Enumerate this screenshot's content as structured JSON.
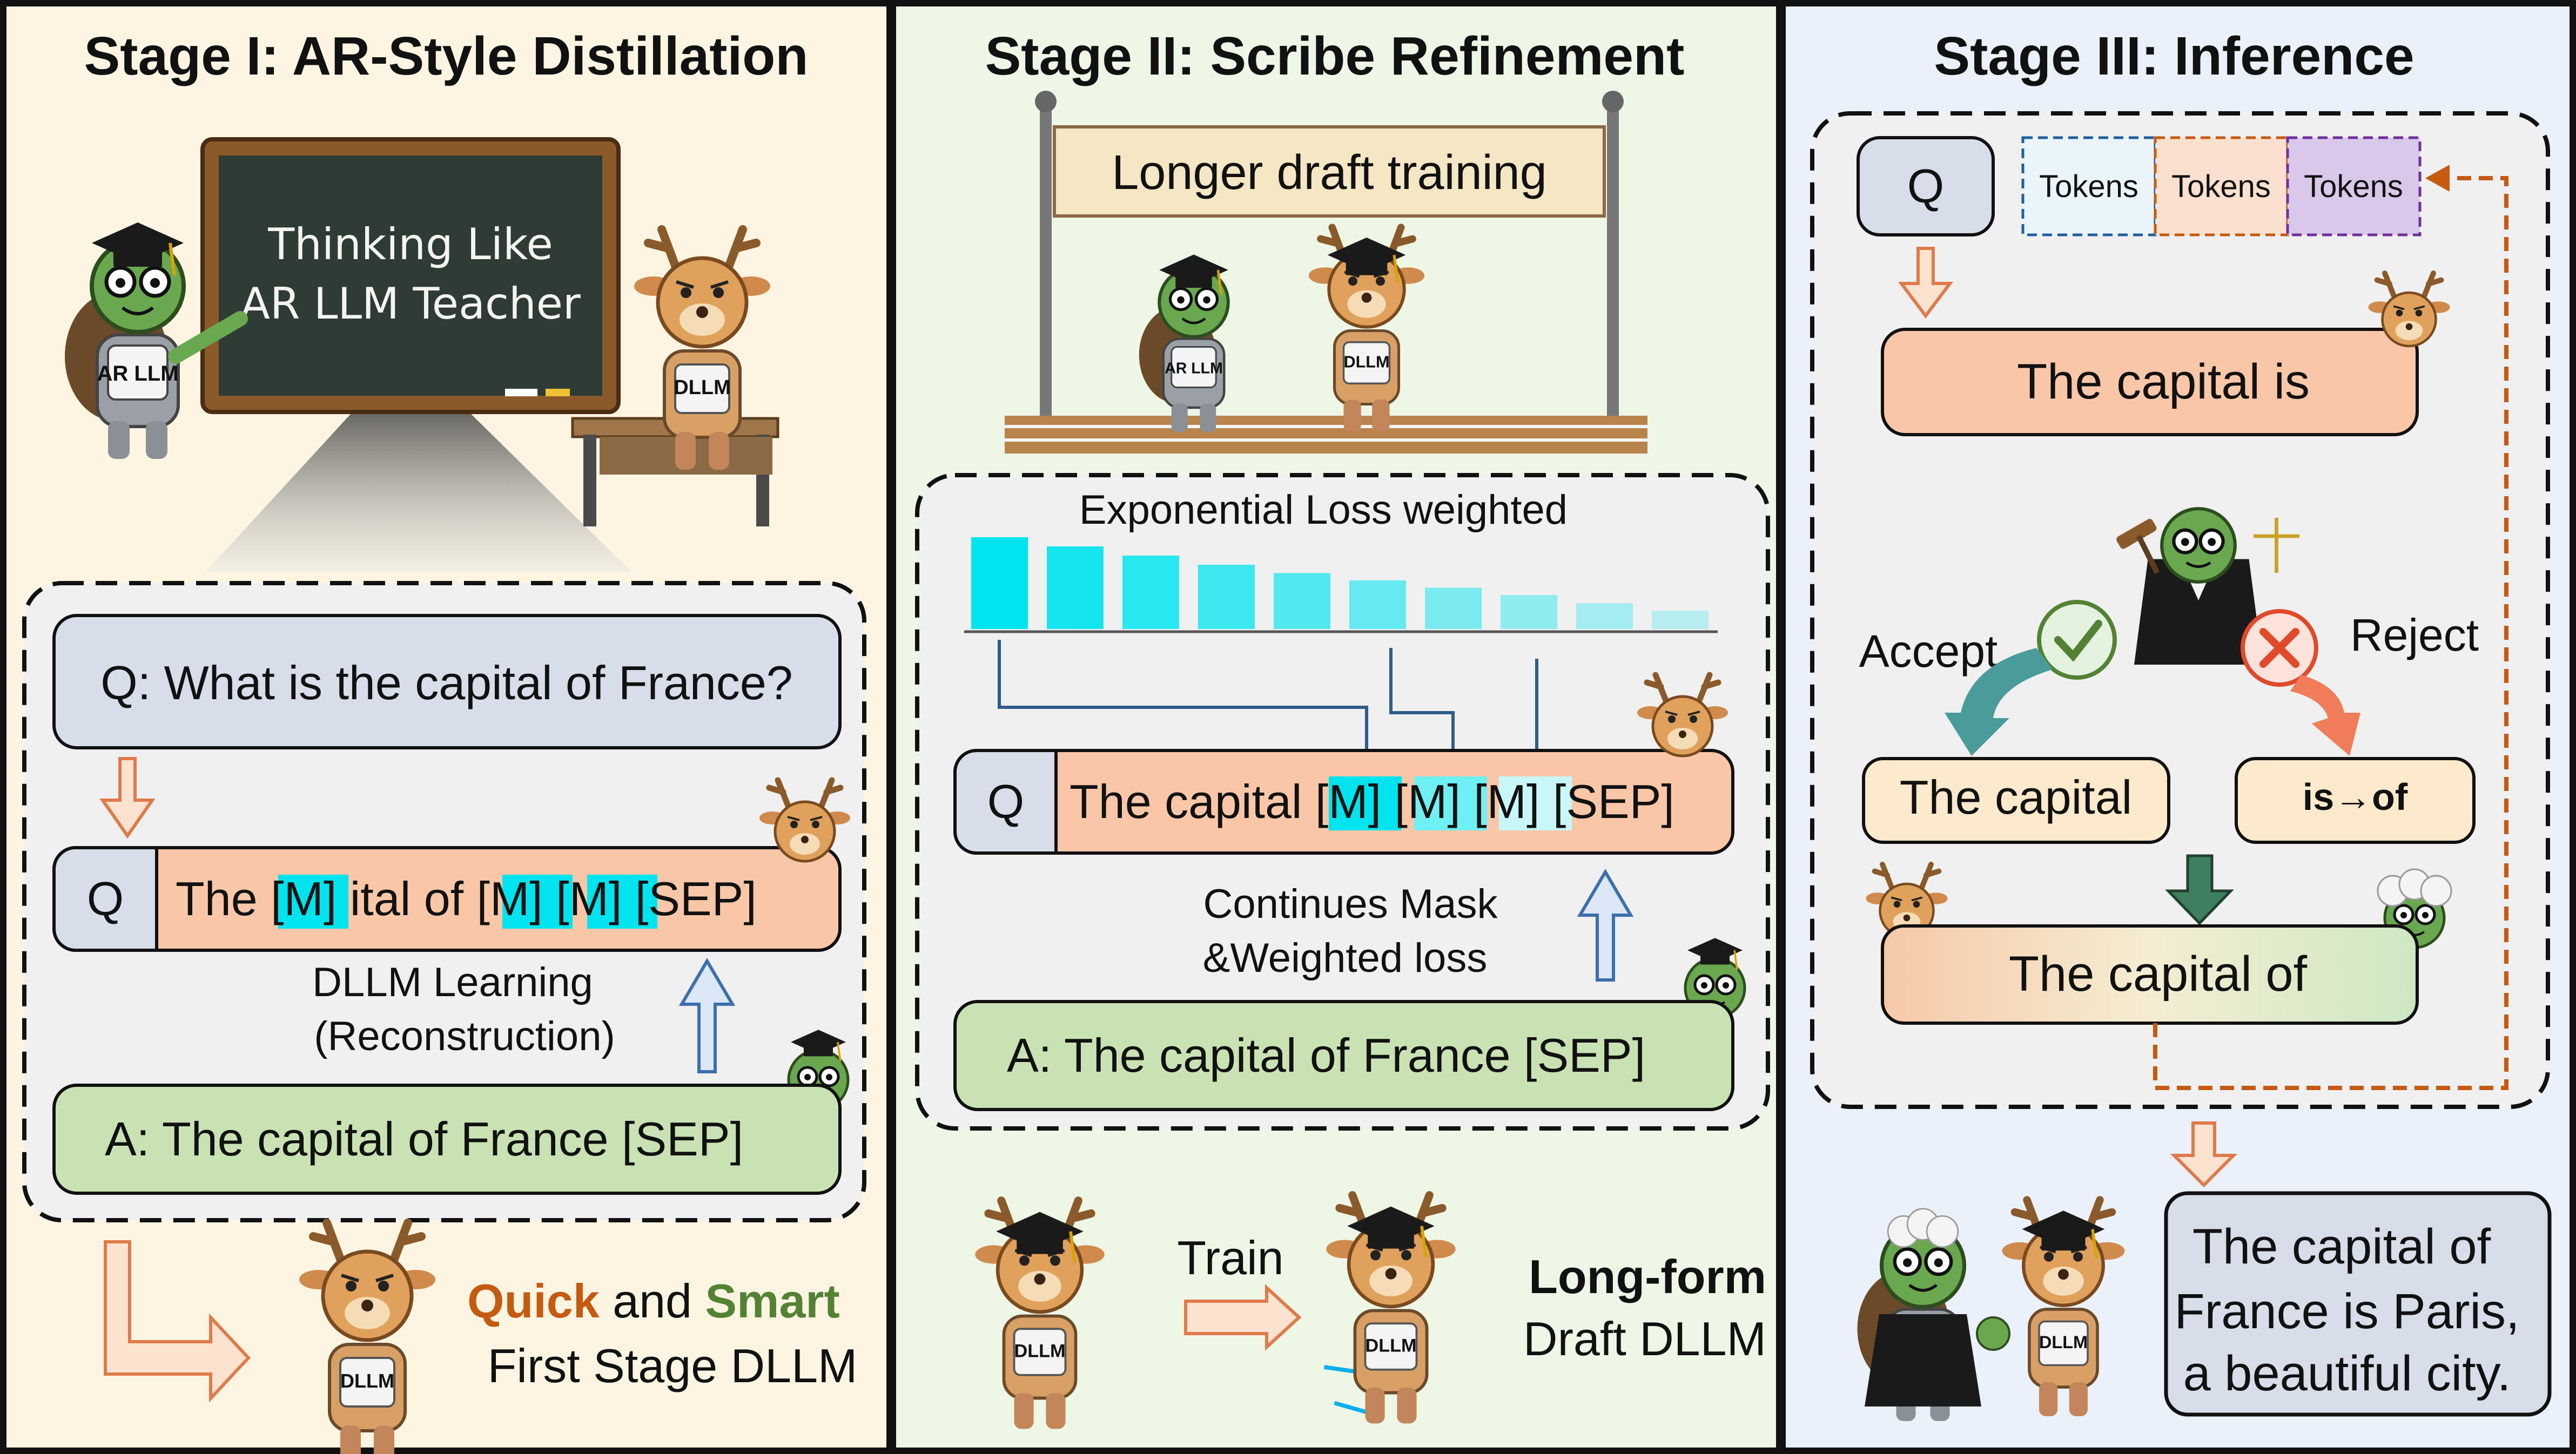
{
  "stage1": {
    "title": "Stage I: AR-Style Distillation",
    "board_line1": "Thinking Like",
    "board_line2": "AR LLM Teacher",
    "teacher_shirt": "AR LLM",
    "student_shirt": "DLLM",
    "question": "Q: What is the capital of France?",
    "q_tag": "Q",
    "masked_parts": [
      "The ",
      "[M]",
      " ital of ",
      "[M]",
      " ",
      "[M]",
      " [SEP]"
    ],
    "learning_line1": "DLLM Learning",
    "learning_line2": "(Reconstruction)",
    "answer": "A: The capital of France [SEP]",
    "quick": "Quick",
    "and": " and ",
    "smart": "Smart",
    "first_stage": "First Stage DLLM",
    "runner_shirt": "DLLM"
  },
  "stage2": {
    "title": "Stage II: Scribe Refinement",
    "banner": "Longer draft training",
    "turtle_shirt": "AR LLM",
    "deer_shirt": "DLLM",
    "loss_title": "Exponential Loss weighted",
    "q_tag": "Q",
    "sequence_parts": [
      "The capital ",
      "[M]",
      " ",
      "[M]",
      " ",
      "[M]",
      " [SEP]"
    ],
    "mask_line1": "Continues Mask",
    "mask_line2": "&Weighted loss",
    "answer": "A: The capital of France [SEP]",
    "train": "Train",
    "long_form": "Long-form",
    "draft": "Draft DLLM",
    "tired_shirt": "DLLM",
    "fast_shirt": "DLLM"
  },
  "stage3": {
    "title": "Stage III:  Inference",
    "q_tag": "Q",
    "tokens": [
      "Tokens",
      "Tokens",
      "Tokens"
    ],
    "draft": "The capital is",
    "accept": "Accept",
    "reject": "Reject",
    "accepted": "The capital",
    "fix": "is→of",
    "merged": "The capital of",
    "final_line1": "The capital of",
    "final_line2": "France is Paris,",
    "final_line3": "a beautiful city.",
    "shake_shirt": "DLLM"
  },
  "chart_data": {
    "type": "bar",
    "title": "Exponential Loss weighted",
    "values": [
      1.0,
      0.9,
      0.8,
      0.7,
      0.61,
      0.53,
      0.45,
      0.37,
      0.28,
      0.2
    ]
  },
  "colors": {
    "stage1_bg": "#fdf5e2",
    "stage2_bg": "#eef6e6",
    "stage3_bg": "#eaf1fa",
    "mask_cyan": "#00e4ef",
    "quick_orange": "#c55a11",
    "smart_green": "#548235",
    "long_form_gold": "#bf9000",
    "final_blue": "#1ab0e8",
    "final_orange": "#c55a11",
    "final_purple": "#7030a0"
  }
}
